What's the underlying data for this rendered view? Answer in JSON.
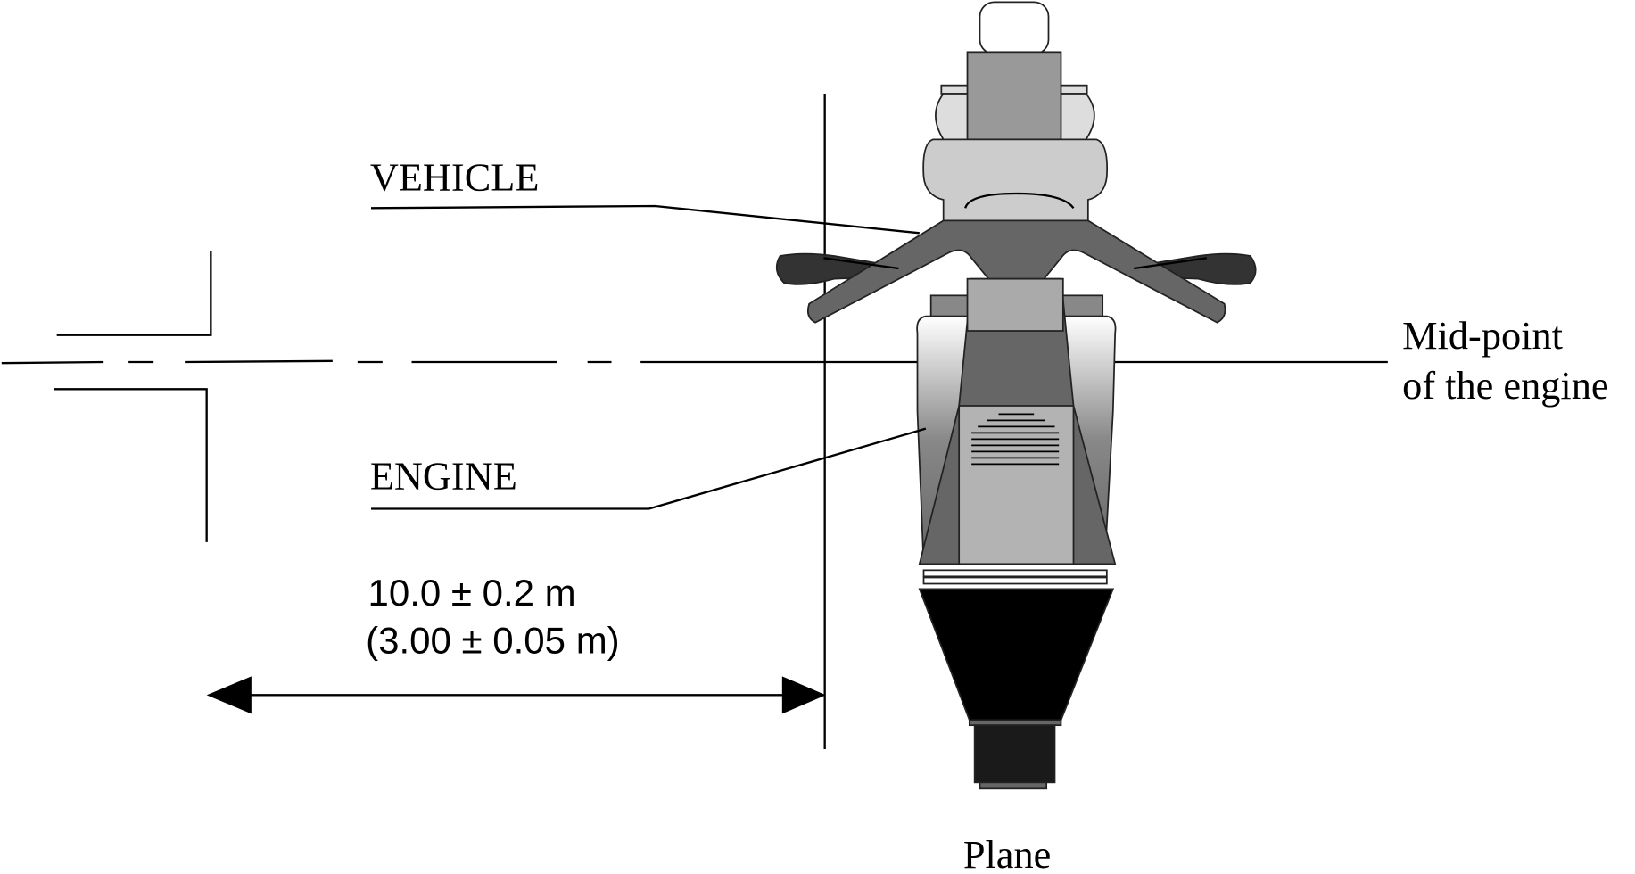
{
  "labels": {
    "vehicle": "VEHICLE",
    "engine": "ENGINE",
    "midpoint_line1": "Mid-point",
    "midpoint_line2": "of the engine",
    "plane": "Plane"
  },
  "dimension": {
    "primary": "10.0 ± 0.2 m",
    "secondary": "(3.00 ± 0.05 m)"
  }
}
